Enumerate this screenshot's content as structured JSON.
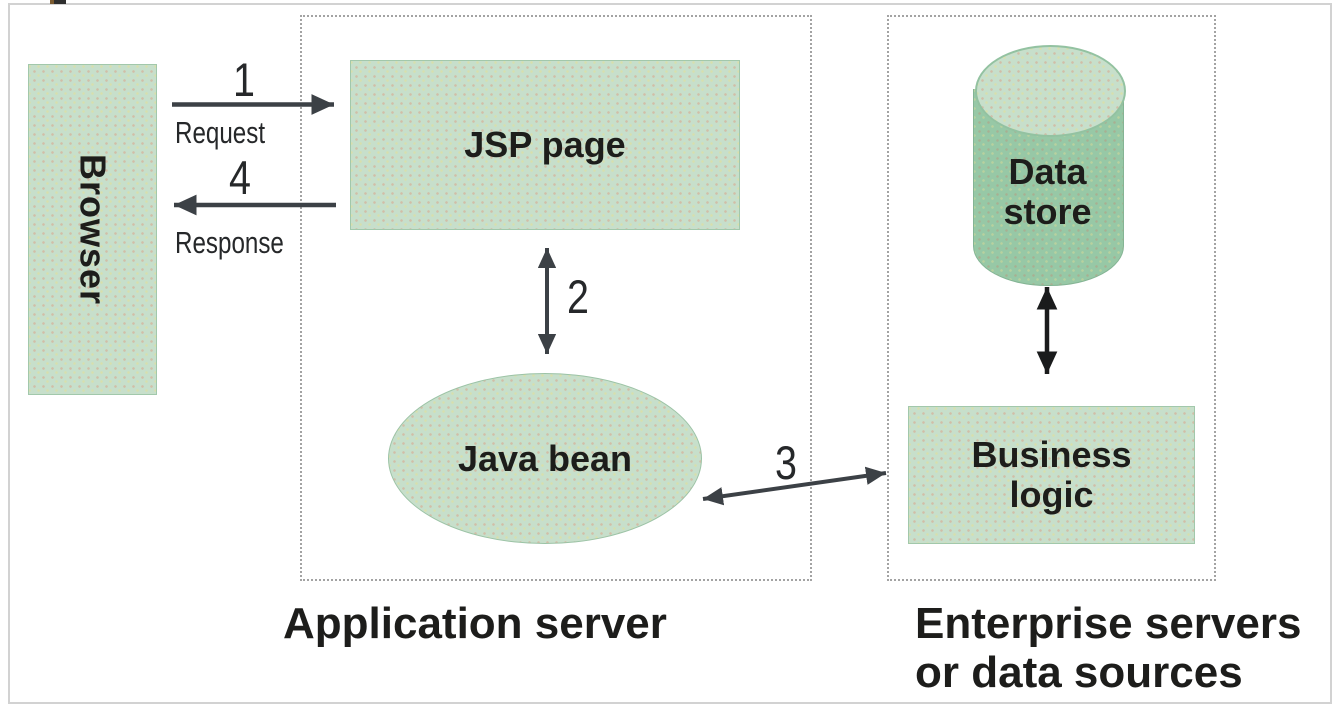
{
  "nodes": {
    "browser": {
      "label": "Browser"
    },
    "jsp_page": {
      "label": "JSP page"
    },
    "java_bean": {
      "label": "Java bean"
    },
    "data_store": {
      "lines": [
        "Data",
        "store"
      ]
    },
    "business_logic": {
      "lines": [
        "Business",
        "logic"
      ]
    }
  },
  "groups": {
    "application_server": {
      "label": "Application server"
    },
    "enterprise": {
      "lines": [
        "Enterprise servers",
        "or data sources"
      ]
    }
  },
  "flows": {
    "request": {
      "step": "1",
      "label": "Request",
      "from": "browser",
      "to": "jsp_page"
    },
    "jsp_bean": {
      "step": "2",
      "label": "",
      "from": "jsp_page",
      "to": "java_bean"
    },
    "bean_business": {
      "step": "3",
      "label": "",
      "from": "java_bean",
      "to": "business_logic"
    },
    "response": {
      "step": "4",
      "label": "Response",
      "from": "jsp_page",
      "to": "browser"
    },
    "store_business": {
      "label": "",
      "from": "data_store",
      "to": "business_logic"
    }
  },
  "colors": {
    "node_fill": "#c7dfcb",
    "node_border": "#a2c8ab",
    "cylinder_body": "#97c8a6",
    "cylinder_border": "#84b494",
    "dashed_border": "#a3a3a3",
    "arrow": "#3c4146",
    "arrow_dark": "#1a1b1c",
    "frame": "#d2d2d2",
    "text": "#1d1d1b"
  }
}
